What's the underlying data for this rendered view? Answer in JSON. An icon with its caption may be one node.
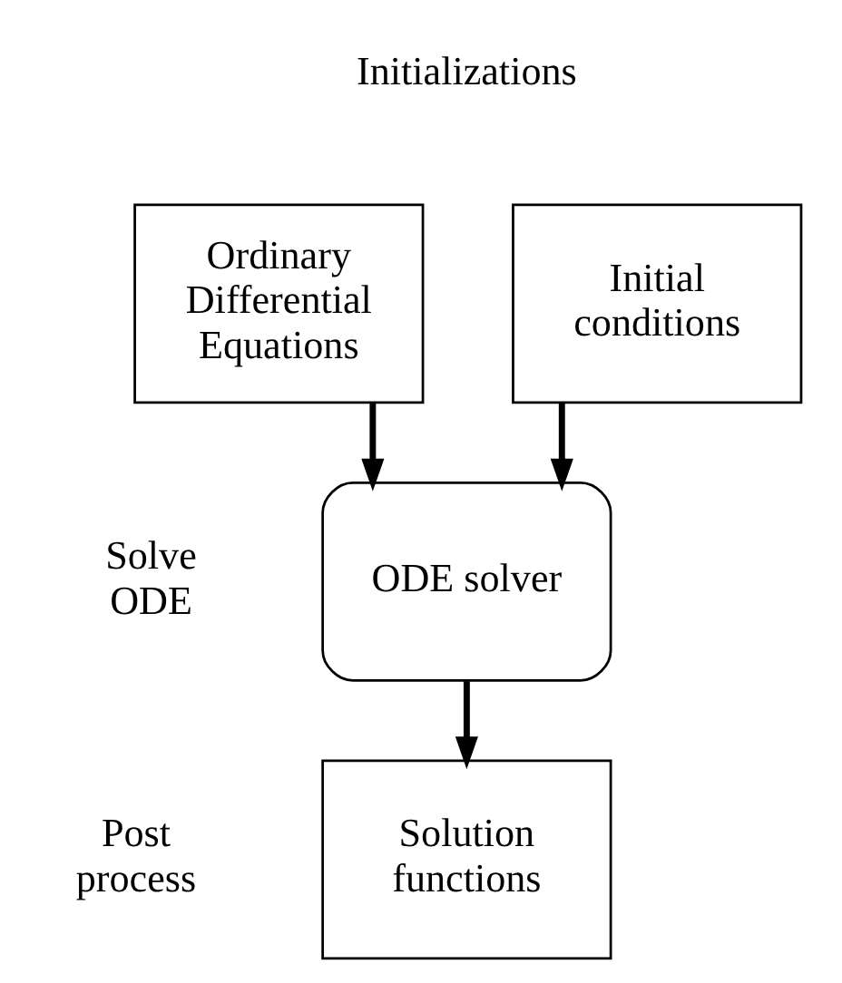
{
  "diagram": {
    "nodes": [
      {
        "text": [
          "Ordinary Differential Equations"
        ]
      },
      {
        "text": [
          "Initial conditions"
        ]
      },
      {
        "text": [
          "ODE solver"
        ]
      },
      {
        "text": [
          "Solution functions"
        ]
      }
    ],
    "edges": [
      {
        "from": 0,
        "to": 2,
        "arrow": "to"
      },
      {
        "from": 1,
        "to": 2,
        "arrow": "to"
      },
      {
        "from": 2,
        "to": 3,
        "arrow": "to"
      }
    ],
    "labels": [
      "Initializations",
      "Solve ODE",
      "Post process"
    ]
  }
}
